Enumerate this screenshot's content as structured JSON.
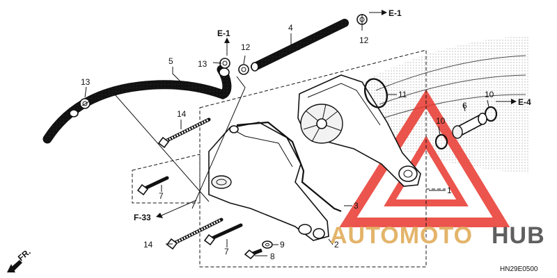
{
  "diagram": {
    "callouts": {
      "c1": "1",
      "c2": "2",
      "c3": "3",
      "c4": "4",
      "c5": "5",
      "c6": "6",
      "c7a": "7",
      "c7b": "7",
      "c8": "8",
      "c9": "9",
      "c10a": "10",
      "c10b": "10",
      "c11": "11",
      "c12a": "12",
      "c12b": "12",
      "c13a": "13",
      "c13b": "13",
      "c14a": "14",
      "c14b": "14"
    },
    "refs": {
      "e1_top": "E-1",
      "e1_mid": "E-1",
      "e4": "E-4",
      "f33": "F-33",
      "fr": "FR."
    },
    "figure_code": "HN29E0500"
  },
  "watermark": {
    "brand_a": "AUTOMOTO",
    "brand_b": "HUB",
    "colors": {
      "red": "#e8382f",
      "gold": "#e3b46a",
      "gray": "#5f5f5f"
    }
  }
}
